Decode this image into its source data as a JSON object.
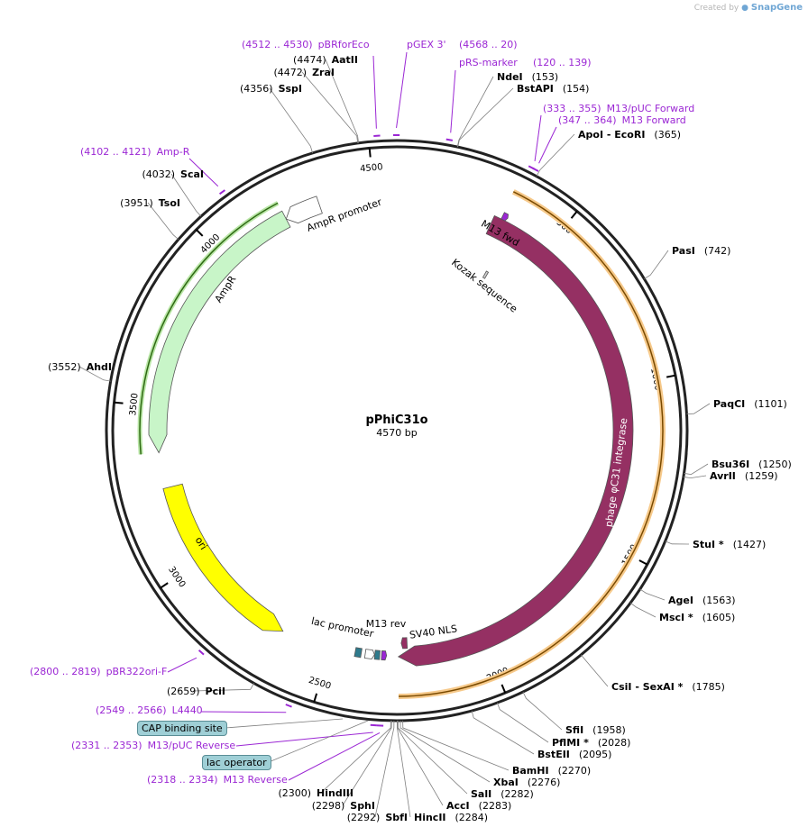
{
  "credit": {
    "prefix": "Created by",
    "brand": "SnapGene"
  },
  "plasmid": {
    "name": "pPhiC31o",
    "size_label": "4570 bp",
    "length": 4570
  },
  "ticks": [
    500,
    1000,
    1500,
    2000,
    2500,
    3000,
    3500,
    4000,
    4500
  ],
  "features": [
    {
      "name": "phage φC31 integrase",
      "start": 310,
      "end": 2280,
      "color": "#953063",
      "strand": 1
    },
    {
      "name": "AmpR",
      "start": 3360,
      "end": 4220,
      "color": "#c8f5c8",
      "strand": -1
    },
    {
      "name": "AmpR promoter",
      "start": 4220,
      "end": 4330,
      "color": "#ffffff",
      "strand": -1
    },
    {
      "name": "ori",
      "start": 2660,
      "end": 3250,
      "color": "#ffff00",
      "strand": -1
    },
    {
      "name": "M13 fwd",
      "start": 333,
      "end": 350,
      "color": "#9b27d4",
      "strand": 1
    },
    {
      "name": "Kozak sequence",
      "start": 372,
      "end": 381,
      "color": "#cccccc",
      "strand": 0
    },
    {
      "name": "SV40 NLS",
      "start": 2250,
      "end": 2270,
      "color": "#953063",
      "strand": 1
    },
    {
      "name": "M13 rev",
      "start": 2318,
      "end": 2334,
      "color": "#9b27d4",
      "strand": -1
    },
    {
      "name": "lac operator",
      "start": 2340,
      "end": 2356,
      "color": "#2e7a8c",
      "strand": 0
    },
    {
      "name": "lac promoter",
      "start": 2357,
      "end": 2387,
      "color": "#ffffff",
      "strand": -1
    },
    {
      "name": "CAP binding site",
      "start": 2400,
      "end": 2420,
      "color": "#2e7a8c",
      "strand": 0
    }
  ],
  "enzymes": [
    {
      "label": "(4474)",
      "name": "AatII",
      "site": 4474,
      "order": "pos-first"
    },
    {
      "label": "(4472)",
      "name": "ZraI",
      "site": 4472,
      "order": "pos-first"
    },
    {
      "label": "(4356)",
      "name": "SspI",
      "site": 4356,
      "order": "pos-first"
    },
    {
      "label": "(4032)",
      "name": "ScaI",
      "site": 4032,
      "order": "pos-first"
    },
    {
      "label": "(3951)",
      "name": "TsoI",
      "site": 3951,
      "order": "pos-first"
    },
    {
      "label": "(3552)",
      "name": "AhdI",
      "site": 3552,
      "order": "pos-first"
    },
    {
      "label": "(2659)",
      "name": "PciI",
      "site": 2659,
      "order": "pos-first"
    },
    {
      "label": "(2300)",
      "name": "HindIII",
      "site": 2300,
      "order": "pos-first"
    },
    {
      "label": "(2298)",
      "name": "SphI",
      "site": 2298,
      "order": "pos-first"
    },
    {
      "label": "(2292)",
      "name": "SbfI",
      "site": 2292,
      "order": "pos-first"
    },
    {
      "label": "(153)",
      "name": "NdeI",
      "site": 153,
      "order": "name-first"
    },
    {
      "label": "(154)",
      "name": "BstAPI",
      "site": 154,
      "order": "name-first"
    },
    {
      "label": "(365)",
      "name": "ApoI   - EcoRI",
      "site": 365,
      "order": "name-first"
    },
    {
      "label": "(742)",
      "name": "PasI",
      "site": 742,
      "order": "name-first"
    },
    {
      "label": "(1101)",
      "name": "PaqCI",
      "site": 1101,
      "order": "name-first"
    },
    {
      "label": "(1250)",
      "name": "Bsu36I",
      "site": 1250,
      "order": "name-first"
    },
    {
      "label": "(1259)",
      "name": "AvrII",
      "site": 1259,
      "order": "name-first"
    },
    {
      "label": "(1427)",
      "name": "StuI *",
      "site": 1427,
      "order": "name-first"
    },
    {
      "label": "(1563)",
      "name": "AgeI",
      "site": 1563,
      "order": "name-first"
    },
    {
      "label": "(1605)",
      "name": "MscI *",
      "site": 1605,
      "order": "name-first"
    },
    {
      "label": "(1785)",
      "name": "CsiI   - SexAI *",
      "site": 1785,
      "order": "name-first"
    },
    {
      "label": "(1958)",
      "name": "SfiI",
      "site": 1958,
      "order": "name-first"
    },
    {
      "label": "(2028)",
      "name": "PflMI *",
      "site": 2028,
      "order": "name-first"
    },
    {
      "label": "(2095)",
      "name": "BstEII",
      "site": 2095,
      "order": "name-first"
    },
    {
      "label": "(2270)",
      "name": "BamHI",
      "site": 2270,
      "order": "name-first"
    },
    {
      "label": "(2276)",
      "name": "XbaI",
      "site": 2276,
      "order": "name-first"
    },
    {
      "label": "(2282)",
      "name": "SalI",
      "site": 2282,
      "order": "name-first"
    },
    {
      "label": "(2283)",
      "name": "AccI",
      "site": 2283,
      "order": "name-first"
    },
    {
      "label": "(2284)",
      "name": "HincII",
      "site": 2284,
      "order": "name-first"
    }
  ],
  "primers": [
    {
      "range": "(4512 .. 4530)",
      "name": "pBRforEco",
      "site": 4521
    },
    {
      "range": "",
      "name": "pGEX 3'",
      "site": 4569
    },
    {
      "range": "(4568 .. 20)",
      "name": "",
      "site": 4569
    },
    {
      "range": "",
      "name": "pRS-marker",
      "site": 130
    },
    {
      "range": "(120 .. 139)",
      "name": "",
      "site": 130
    },
    {
      "range": "(333 .. 355)",
      "name": "M13/pUC Forward",
      "site": 344
    },
    {
      "range": "(347 .. 364)",
      "name": "M13 Forward",
      "site": 355
    },
    {
      "range": "(4102 .. 4121)",
      "name": "Amp-R",
      "site": 4111
    },
    {
      "range": "(2800 .. 2819)",
      "name": "pBR322ori-F",
      "site": 2810
    },
    {
      "range": "(2549 .. 2566)",
      "name": "L4440",
      "site": 2557
    },
    {
      "range": "(2331 .. 2353)",
      "name": "M13/pUC Reverse",
      "site": 2342
    },
    {
      "range": "(2318 .. 2334)",
      "name": "M13 Reverse",
      "site": 2326
    }
  ],
  "boxed_labels": [
    "CAP binding site",
    "lac operator"
  ]
}
